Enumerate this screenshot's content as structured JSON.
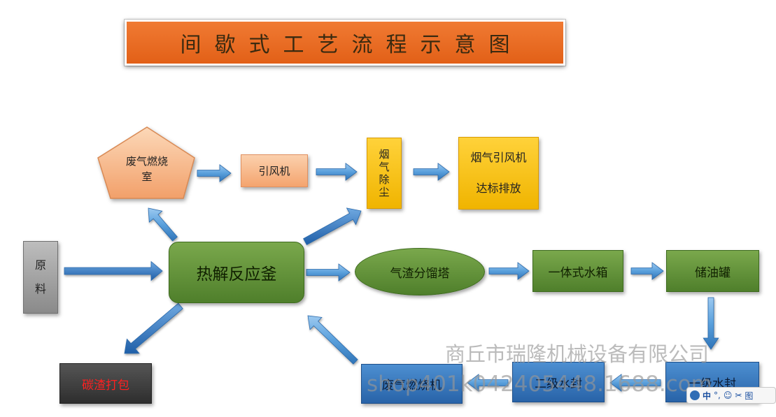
{
  "title": "间歇式工艺流程示意图",
  "nodes": {
    "raw_material": "原\n料",
    "pyrolysis_reactor": "热解反应釜",
    "exhaust_combustion_room": "废气燃烧\n室",
    "induced_fan": "引风机",
    "flue_dust_removal": "烟\n气\n除\n尘",
    "flue_fan_discharge": "烟气引风机\n\n达标排放",
    "gas_slag_tower": "气渣分馏塔",
    "integrated_water_tank": "一体式水箱",
    "oil_storage_tank": "储油罐",
    "primary_water_seal": "一级水封",
    "secondary_water_seal": "二级水封",
    "exhaust_burner": "废气燃烧机",
    "carbon_residue_packing": "碳渣打包"
  },
  "watermark": {
    "company": "商丘市瑞隆机械设备有限公司",
    "shop": "shop401k042405448.1688.com"
  },
  "toolbar": {
    "items": [
      "中",
      "°,",
      "☺",
      "✂",
      "图"
    ]
  },
  "colors": {
    "title_bg": "#e8692a",
    "peach": "#f4a46e",
    "yellow": "#f0b400",
    "green": "#5a8a34",
    "blue": "#2f6db5",
    "gray": "#9a9a9a",
    "black": "#333333",
    "arrow": "#5aa0dc",
    "red_text": "#ff2020"
  }
}
